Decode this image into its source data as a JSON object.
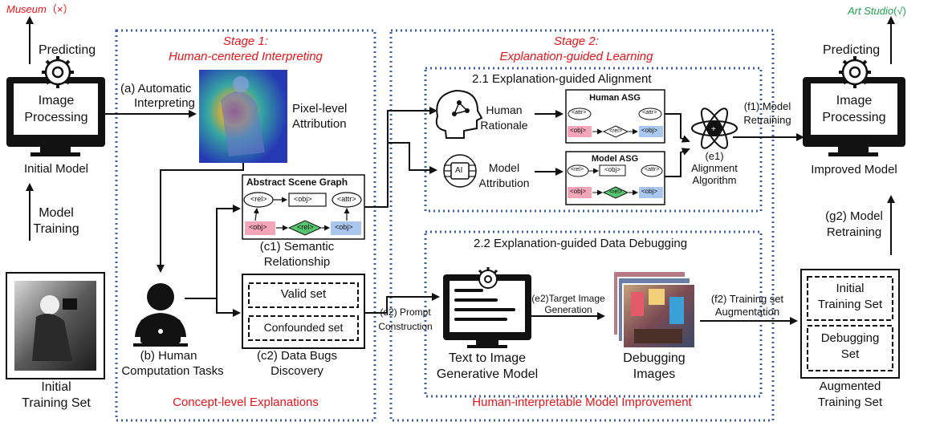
{
  "left": {
    "museum": "Museum",
    "museum_mark": "（×）",
    "predicting": "Predicting",
    "monitor_line1": "Image",
    "monitor_line2": "Processing",
    "initial_model": "Initial Model",
    "model_training_1": "Model",
    "model_training_2": "Training",
    "initial_training_set_1": "Initial",
    "initial_training_set_2": "Training Set"
  },
  "stage1": {
    "title_1": "Stage 1:",
    "title_2": "Human-centered Interpreting",
    "auto_interp_1": "(a) Automatic",
    "auto_interp_2": "Interpreting",
    "pixel_attr_1": "Pixel-level",
    "pixel_attr_2": "Attribution",
    "asg_title": "Abstract Scene Graph",
    "semantic_1": "(c1) Semantic",
    "semantic_2": "Relationship",
    "valid_set": "Valid set",
    "confounded_set": "Confounded set",
    "human_tasks_1": "(b) Human",
    "human_tasks_2": "Computation Tasks",
    "data_bugs_1": "(c2) Data Bugs",
    "data_bugs_2": "Discovery",
    "footer": "Concept-level Explanations"
  },
  "graph_tokens": {
    "rel": "<rel>",
    "obj": "<obj>",
    "attr": "<attr>"
  },
  "stage2": {
    "title_1": "Stage 2:",
    "title_2": "Explanation-guided Learning",
    "alignment_title": "2.1 Explanation-guided Alignment",
    "human_rationale_1": "Human",
    "human_rationale_2": "Rationale",
    "model_attribution_1": "Model",
    "model_attribution_2": "Attribution",
    "human_asg": "Human ASG",
    "model_asg": "Model ASG",
    "ai_label": "AI",
    "align_algo_1": "(e1)",
    "align_algo_2": "Alignment",
    "align_algo_3": "Algorithm",
    "debugging_title": "2.2 Explanation-guided Data Debugging",
    "prompt_1": "(d2) Prompt",
    "prompt_2": "Construction",
    "t2i_1": "Text to Image",
    "t2i_2": "Generative Model",
    "target_gen_1": "(e2)Target Image",
    "target_gen_2": "Generation",
    "debug_images_1": "Debugging",
    "debug_images_2": "Images",
    "footer": "Human-interpretable Model Improvement"
  },
  "right": {
    "art_studio": "Art Studio",
    "art_mark": "(√)",
    "predicting": "Predicting",
    "monitor_line1": "Image",
    "monitor_line2": "Processing",
    "improved_model": "Improved Model",
    "f1_1": "(f1) Model",
    "f1_2": "Retraining",
    "g2_1": "(g2) Model",
    "g2_2": "Retraining",
    "f2_1": "(f2) Training set",
    "f2_2": "Augmentation",
    "initial_ts_1": "Initial",
    "initial_ts_2": "Training Set",
    "debugging_set_1": "Debugging",
    "debugging_set_2": "Set",
    "augmented_1": "Augmented",
    "augmented_2": "Training Set"
  },
  "colors": {
    "stage_border": "#3b5ea8",
    "accent_red": "#e8141a",
    "accent_green": "#1fa34a",
    "obj_pink": "#f4a6b8",
    "obj_blue": "#a9c6ec",
    "rel_green": "#58c46e"
  }
}
